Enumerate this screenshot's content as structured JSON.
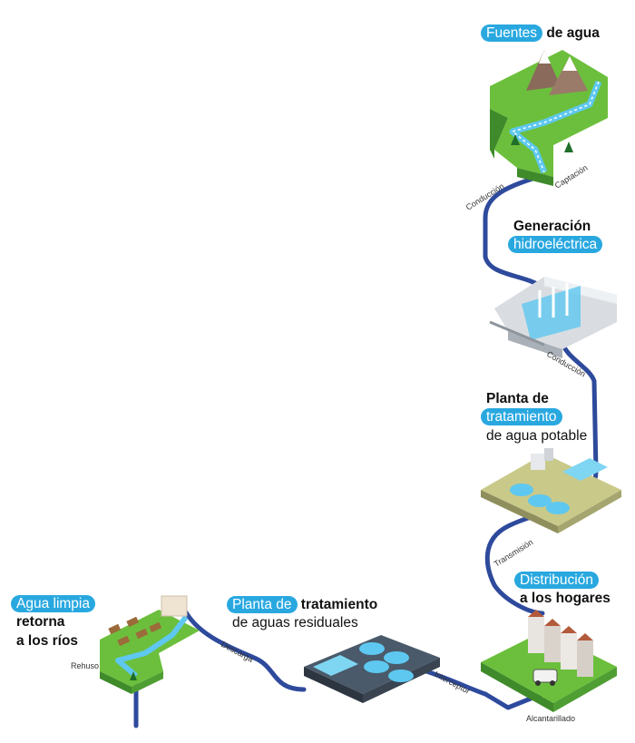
{
  "stages": {
    "fuentes": {
      "highlight": "Fuentes",
      "rest": " de agua"
    },
    "generacion": {
      "line1": "Generación",
      "highlight": "hidroeléctrica"
    },
    "potable": {
      "line1": "Planta de",
      "highlight": "tratamiento",
      "line3": "de agua potable"
    },
    "distribucion": {
      "highlight": "Distribución",
      "line2": "a los hogares"
    },
    "residuales": {
      "highlight": "Planta de",
      "rest": " tratamiento",
      "line2": "de aguas residuales"
    },
    "limpia": {
      "highlight": "Agua limpia",
      "line2": "retorna",
      "line3": "a los ríos"
    }
  },
  "flow_labels": {
    "conduccion_1": "Conducción",
    "captacion": "Captación",
    "conduccion_2": "Conducción",
    "transmision": "Transmisión",
    "interceptor": "Interceptor",
    "alcantarillado": "Alcantarillado",
    "descarga": "Descarga",
    "rehuso": "Rehuso"
  },
  "colors": {
    "pipe": "#2e4a9c",
    "pill": "#29a8e0",
    "grass": "#6cbf3c",
    "soil": "#3f8a2a",
    "water": "#5ec8f0"
  }
}
